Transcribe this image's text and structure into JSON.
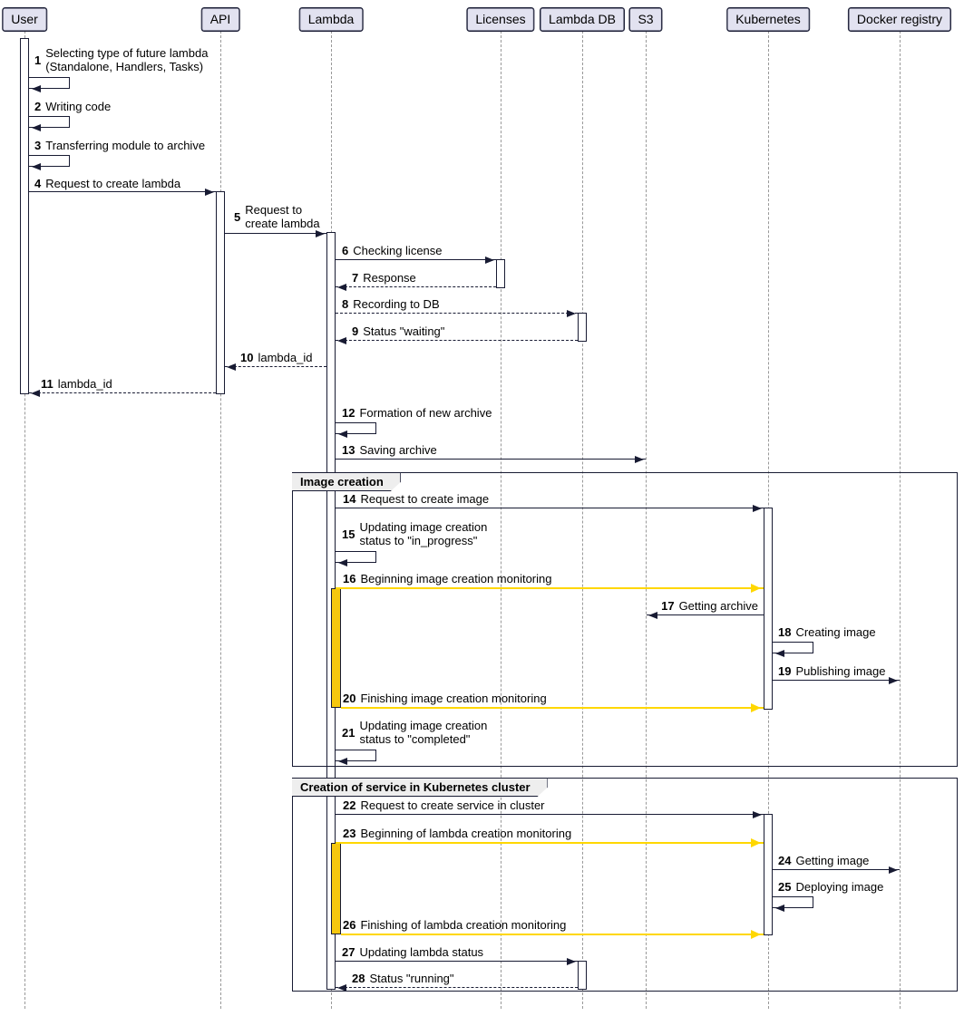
{
  "diagram_type": "uml-sequence",
  "participants": [
    {
      "label": "User"
    },
    {
      "label": "API"
    },
    {
      "label": "Lambda"
    },
    {
      "label": "Licenses"
    },
    {
      "label": "Lambda DB"
    },
    {
      "label": "S3"
    },
    {
      "label": "Kubernetes"
    },
    {
      "label": "Docker registry"
    }
  ],
  "frames": [
    {
      "title": "Image creation"
    },
    {
      "title": "Creation of service in Kubernetes cluster"
    }
  ],
  "messages": [
    {
      "num": "1",
      "text": "Selecting type of future lambda\n(Standalone, Handlers, Tasks)",
      "from": "User",
      "to": "User",
      "kind": "self"
    },
    {
      "num": "2",
      "text": "Writing code",
      "from": "User",
      "to": "User",
      "kind": "self"
    },
    {
      "num": "3",
      "text": "Transferring module to archive",
      "from": "User",
      "to": "User",
      "kind": "self"
    },
    {
      "num": "4",
      "text": "Request to create lambda",
      "from": "User",
      "to": "API",
      "kind": "solid"
    },
    {
      "num": "5",
      "text": "Request to\ncreate lambda",
      "from": "API",
      "to": "Lambda",
      "kind": "solid"
    },
    {
      "num": "6",
      "text": "Checking license",
      "from": "Lambda",
      "to": "Licenses",
      "kind": "solid"
    },
    {
      "num": "7",
      "text": "Response",
      "from": "Licenses",
      "to": "Lambda",
      "kind": "return-dashed"
    },
    {
      "num": "8",
      "text": "Recording to DB",
      "from": "Lambda",
      "to": "Lambda DB",
      "kind": "dashed"
    },
    {
      "num": "9",
      "text": "Status \"waiting\"",
      "from": "Lambda DB",
      "to": "Lambda",
      "kind": "return-dashed"
    },
    {
      "num": "10",
      "text": "lambda_id",
      "from": "Lambda",
      "to": "API",
      "kind": "return-dashed"
    },
    {
      "num": "11",
      "text": "lambda_id",
      "from": "API",
      "to": "User",
      "kind": "return-dashed"
    },
    {
      "num": "12",
      "text": "Formation of new archive",
      "from": "Lambda",
      "to": "Lambda",
      "kind": "self"
    },
    {
      "num": "13",
      "text": "Saving archive",
      "from": "Lambda",
      "to": "S3",
      "kind": "solid"
    },
    {
      "num": "14",
      "text": "Request to create image",
      "from": "Lambda",
      "to": "Kubernetes",
      "kind": "solid"
    },
    {
      "num": "15",
      "text": "Updating image creation\nstatus to \"in_progress\"",
      "from": "Lambda",
      "to": "Lambda",
      "kind": "self"
    },
    {
      "num": "16",
      "text": "Beginning image creation monitoring",
      "from": "Lambda",
      "to": "Kubernetes",
      "kind": "yellow"
    },
    {
      "num": "17",
      "text": "Getting archive",
      "from": "Kubernetes",
      "to": "S3",
      "kind": "solid"
    },
    {
      "num": "18",
      "text": "Creating image",
      "from": "Kubernetes",
      "to": "Kubernetes",
      "kind": "self"
    },
    {
      "num": "19",
      "text": "Publishing image",
      "from": "Kubernetes",
      "to": "Docker registry",
      "kind": "solid"
    },
    {
      "num": "20",
      "text": "Finishing image creation monitoring",
      "from": "Lambda",
      "to": "Kubernetes",
      "kind": "yellow"
    },
    {
      "num": "21",
      "text": "Updating image creation\nstatus to \"completed\"",
      "from": "Lambda",
      "to": "Lambda",
      "kind": "self"
    },
    {
      "num": "22",
      "text": "Request to create service in cluster",
      "from": "Lambda",
      "to": "Kubernetes",
      "kind": "solid"
    },
    {
      "num": "23",
      "text": "Beginning of lambda creation monitoring",
      "from": "Lambda",
      "to": "Kubernetes",
      "kind": "yellow"
    },
    {
      "num": "24",
      "text": "Getting image",
      "from": "Kubernetes",
      "to": "Docker registry",
      "kind": "solid"
    },
    {
      "num": "25",
      "text": "Deploying image",
      "from": "Kubernetes",
      "to": "Kubernetes",
      "kind": "self"
    },
    {
      "num": "26",
      "text": "Finishing of lambda creation monitoring",
      "from": "Lambda",
      "to": "Kubernetes",
      "kind": "yellow"
    },
    {
      "num": "27",
      "text": "Updating lambda status",
      "from": "Lambda",
      "to": "Lambda DB",
      "kind": "solid"
    },
    {
      "num": "28",
      "text": "Status \"running\"",
      "from": "Lambda DB",
      "to": "Lambda",
      "kind": "return-dashed"
    }
  ],
  "colors": {
    "participant_fill": "#E2E2F0",
    "frame_title_fill": "#EEEEEE",
    "gold_fill": "#F5C70F",
    "yellow_arrow": "#FFD700",
    "line": "#181B33",
    "lifeline": "#999999"
  }
}
